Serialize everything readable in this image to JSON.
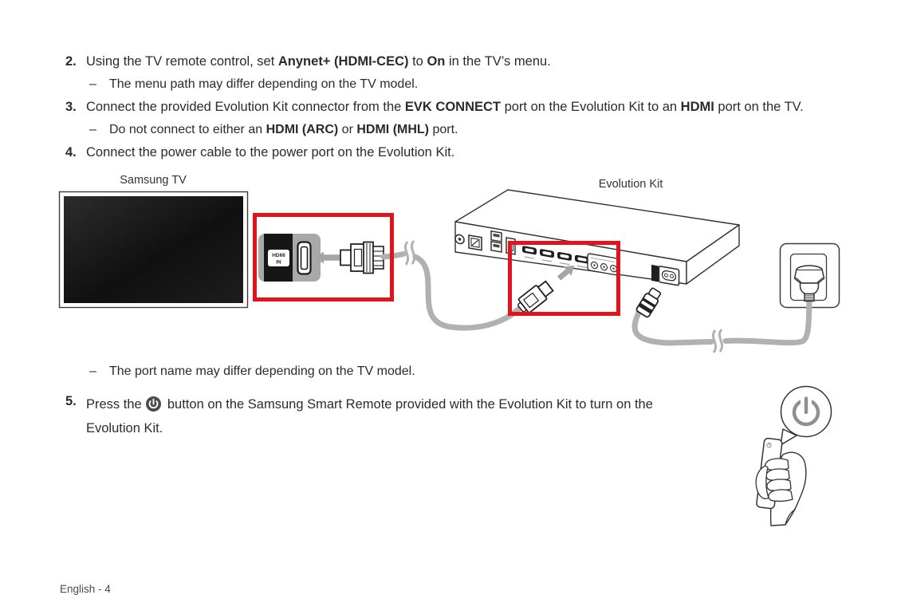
{
  "colors": {
    "highlight_red": "#e3131b",
    "cable_gray": "#b1b1b1",
    "outline_dark": "#333333",
    "panel_gray": "#a8a8a8",
    "power_button_bg": "#4a4a4a",
    "power_glyph_gray": "#8f8f8f"
  },
  "steps": {
    "s2": {
      "num": "2.",
      "segs": [
        {
          "t": "Using the TV remote control, set "
        },
        {
          "t": "Anynet+ (HDMI-CEC)",
          "b": true
        },
        {
          "t": " to "
        },
        {
          "t": "On",
          "b": true
        },
        {
          "t": " in the TV’s menu."
        }
      ],
      "sub": {
        "dash": "–",
        "segs": [
          {
            "t": "The menu path may differ depending on the TV model."
          }
        ]
      }
    },
    "s3": {
      "num": "3.",
      "segs": [
        {
          "t": "Connect the provided Evolution Kit connector from the "
        },
        {
          "t": "EVK CONNECT",
          "b": true
        },
        {
          "t": " port on the Evolution Kit to an "
        },
        {
          "t": "HDMI",
          "b": true
        },
        {
          "t": " port on the TV."
        }
      ],
      "sub": {
        "dash": "–",
        "segs": [
          {
            "t": "Do not connect to either an "
          },
          {
            "t": "HDMI (ARC)",
            "b": true
          },
          {
            "t": " or "
          },
          {
            "t": "HDMI (MHL)",
            "b": true
          },
          {
            "t": " port."
          }
        ]
      }
    },
    "s4": {
      "num": "4.",
      "segs": [
        {
          "t": "Connect the power cable to the power port on the Evolution Kit."
        }
      ]
    },
    "s5": {
      "num": "5.",
      "pre": "Press the ",
      "icon": "power-icon",
      "post": " button on the Samsung Smart Remote provided with the Evolution Kit to turn on the Evolution Kit."
    }
  },
  "diagram": {
    "tv_label": "Samsung TV",
    "kit_label": "Evolution Kit",
    "hdmi_port_label_line1": "HDMI",
    "hdmi_port_label_line2": "IN",
    "port_note": {
      "dash": "–",
      "text": "The port name may differ depending on the TV model."
    }
  },
  "footer": {
    "page_label": "English - 4"
  }
}
